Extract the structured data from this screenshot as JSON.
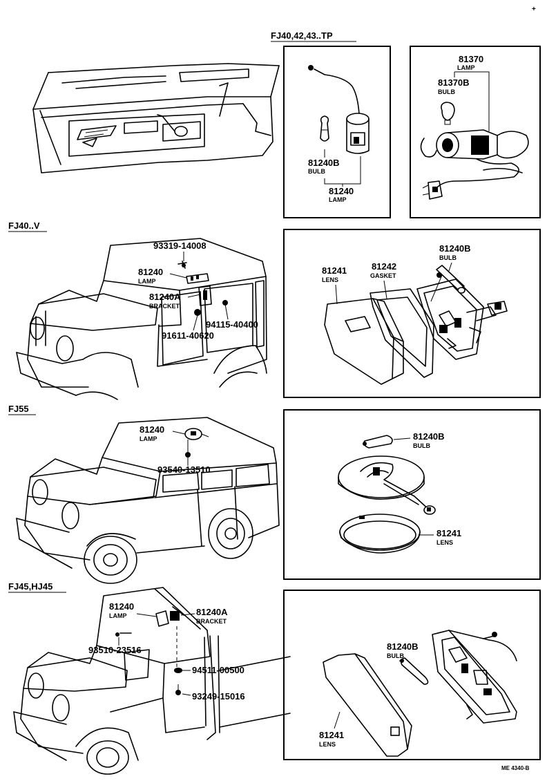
{
  "sections": {
    "tp": "FJ40,42,43..TP",
    "v": "FJ40..V",
    "fj55": "FJ55",
    "fj45": "FJ45,HJ45"
  },
  "panel1": {
    "p81370": "81370",
    "p81370_sub": "LAMP",
    "p81370b": "81370B",
    "p81370b_sub": "BULB",
    "p81240b": "81240B",
    "p81240b_sub": "BULB",
    "p81240": "81240",
    "p81240_sub": "LAMP"
  },
  "fj40v": {
    "p93319": "93319-14008",
    "p81240": "81240",
    "p81240_sub": "LAMP",
    "p81240a": "81240A",
    "p81240a_sub": "BRACKET",
    "p94115": "94115-40400",
    "p91611": "91611-40620"
  },
  "panel2": {
    "p81241": "81241",
    "p81241_sub": "LENS",
    "p81242": "81242",
    "p81242_sub": "GASKET",
    "p81240b": "81240B",
    "p81240b_sub": "BULB"
  },
  "fj55": {
    "p81240": "81240",
    "p81240_sub": "LAMP",
    "p93540": "93540-13510"
  },
  "panel3": {
    "p81240b": "81240B",
    "p81240b_sub": "BULB",
    "p81241": "81241",
    "p81241_sub": "LENS"
  },
  "fj45": {
    "p81240": "81240",
    "p81240_sub": "LAMP",
    "p81240a": "81240A",
    "p81240a_sub": "BRACKET",
    "p93510": "93510-23516",
    "p94511": "94511-00500",
    "p93249": "93249-15016"
  },
  "panel4": {
    "p81240b": "81240B",
    "p81240b_sub": "BULB",
    "p81241": "81241",
    "p81241_sub": "LENS"
  },
  "footer": {
    "code": "ME  4340-B"
  }
}
